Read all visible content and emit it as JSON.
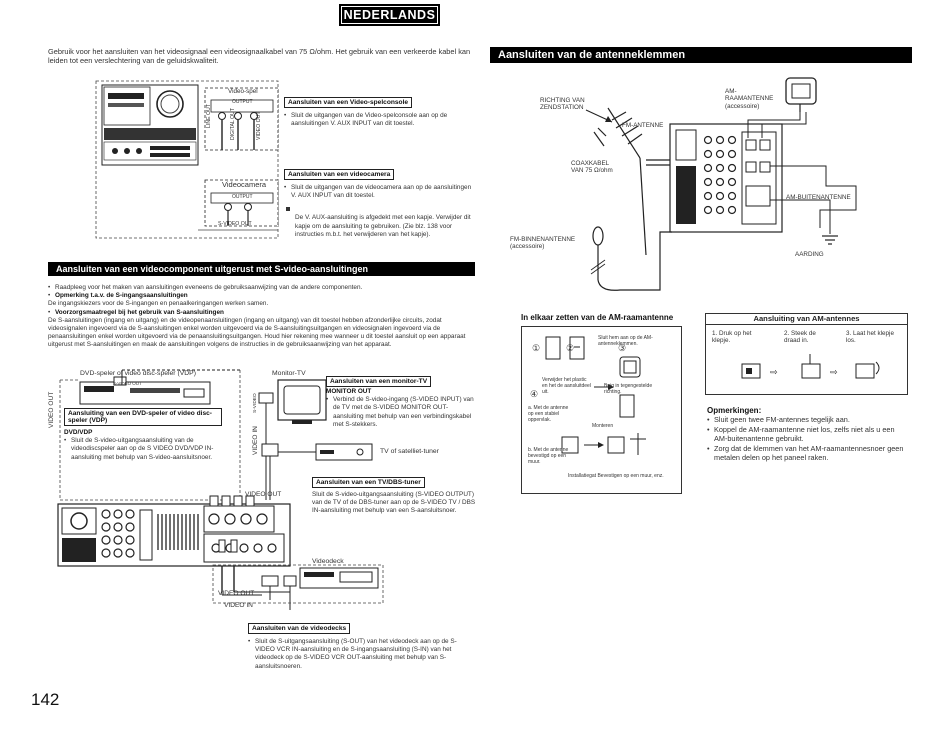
{
  "header": {
    "language": "NEDERLANDS"
  },
  "intro": "Gebruik voor het aansluiten van het videosignaal een videosignaalkabel van 75 Ω/ohm. Het gebruik van een verkeerde kabel kan leiden tot een verslechtering van de geluidskwaliteit.",
  "video_game": {
    "device_label": "Video-spel",
    "output_label": "OUTPUT",
    "heading": "Aansluiten van een Video-spelconsole",
    "bullet": "Sluit de uitgangen van de Video-spelconsole aan op de aansluitingen V. AUX INPUT van dit toestel."
  },
  "camera": {
    "device_label": "Videocamera",
    "output_label": "OUTPUT",
    "heading": "Aansluiten van een videocamera",
    "bullet": "Sluit de uitgangen van de videocamera aan op de aansluitingen V. AUX INPUT van dit toestel.",
    "note": "De V. AUX-aansluiting is afgedekt met een kapje. Verwijder dit kapje om de aansluiting te gebruiken. (Zie blz. 138 voor instructies m.b.t. het verwijderen van het kapje)."
  },
  "front_panel_labels": [
    "LINE OUT",
    "DIGITAL OUT",
    "VIDEO OUT",
    "S-VIDEO OUT"
  ],
  "svideo_section": {
    "title": "Aansluiten van een videocomponent uitgerust met S-video-aansluitingen",
    "bullet1": "Raadpleeg voor het maken van aansluitingen eveneens de gebruiksaanwijzing van de andere componenten.",
    "bullet2_head": "Opmerking t.a.v. de S-ingangsaansluitingen",
    "bullet2_text": "De ingangskiezers voor de S-ingangen en penaalkeringangen werken samen.",
    "bullet3_head": "Voorzorgsmaatregel bij het gebruik van S-aansluitingen",
    "bullet3_text": "De S-aansluitingen (ingang en uitgang) en de videopenaansluitingen (ingang en uitgang) van dit toestel hebben afzonderlijke circuits, zodat videosignalen ingevoerd via de S-aansluitingen enkel worden uitgevoerd via de S-aansluitingsuitgangen en videosignalen ingevoerd via de penaansluitingen enkel worden uitgevoerd via de penaansluitingsuitgangen. Houd hier rekening mee wanneer u dit toestel aansluit op een apparaat uitgerust met S-aansluitingen en maak de aansluitingen volgens de instructies in de gebruiksaanwijzing van het apparaat."
  },
  "dvd": {
    "device_label": "DVD-speler of video disc-speler (VDP)",
    "heading": "Aansluiting van een DVD-speler of video disc-speler (VDP)",
    "sub": "DVD/VDP",
    "bullet": "Sluit de S-video-uitgangsaansluiting van de videodiscspeler aan op de S VIDEO DVD/VDP IN-aansluiting met behulp van S-video-aansluitsnoer."
  },
  "monitor": {
    "device_label": "Monitor-TV",
    "box_label": "Aansluiten van een monitor-TV",
    "sub": "MONITOR OUT",
    "bullet": "Verbind de S-video-ingang (S-VIDEO INPUT) van de TV met de S-VIDEO MONITOR OUT-aansluiting met behulp van een verbindingskabel met S-stekkers."
  },
  "tv_dbs": {
    "device_label": "TV of satelliet-tuner",
    "heading": "Aansluiten van een TV/DBS-tuner",
    "text": "Sluit de S-video-uitgangsaansluiting (S-VIDEO OUTPUT) van de TV of de DBS-tuner aan op de S-VIDEO TV / DBS IN-aansluiting met behulp van een S-aansluitsnoer."
  },
  "vcr": {
    "device_label": "Videodeck",
    "video_out": "VIDEO OUT",
    "video_in": "VIDEO IN",
    "heading": "Aansluiten van de videodecks",
    "bullet": "Sluit de S-uitgangsaansluiting (S-OUT) van het videodeck aan op de S-VIDEO VCR IN-aansluiting en de S-ingangsaansluiting (S-IN) van het videodeck op de S-VIDEO VCR OUT-aansluiting met behulp van S-aansluitsnoeren."
  },
  "vert_labels": {
    "video_out": "VIDEO OUT",
    "video_in": "VIDEO IN",
    "svideo": "S-VIDEO",
    "svideo_out": "S-VIDEO OUT"
  },
  "antenna_section": {
    "title": "Aansluiten van de antenneklemmen",
    "direction": "RICHTING VAN ZENDSTATION",
    "fm_antenna": "FM-ANTENNE",
    "coax": "COAXKABEL VAN 75 Ω/ohm",
    "am_loop": "AM-RAAMANTENNE (accessoire)",
    "am_outdoor": "AM-BUITENANTENNE",
    "fm_indoor": "FM-BINNENANTENNE (accessoire)",
    "ground": "AARDING"
  },
  "am_assembly": {
    "title": "In elkaar zetten van de AM-raamantenne",
    "step_head": "Sluit hem aan op de AM-antenneklemmen.",
    "numbers": [
      "①",
      "②",
      "③",
      "④"
    ],
    "step1": "Verwijder het plastic en het de aansluitdeel uit.",
    "step2": "Buig in tegengestelde richting.",
    "a_text": "a. Met de antenne op een stabiel oppervlak.",
    "a_label": "Monteren",
    "b_text": "b. Met de antenne bevestigd op een muur.",
    "b_label": "Installatiegat Bevestigen op een muur, enz."
  },
  "am_connect": {
    "title": "Aansluiting van AM-antennes",
    "step1": "1. Druk op het klepje.",
    "step2": "2. Steek de draad in.",
    "step3": "3. Laat het klepje los."
  },
  "remarks": {
    "title": "Opmerkingen:",
    "items": [
      "Sluit geen twee FM-antennes tegelijk aan.",
      "Koppel de AM-raamantenne niet los, zelfs niet als u een AM-buitenantenne gebruikt.",
      "Zorg dat de klemmen van het AM-raamantennesnoer geen metalen delen op het paneel raken."
    ]
  },
  "page_number": "142"
}
